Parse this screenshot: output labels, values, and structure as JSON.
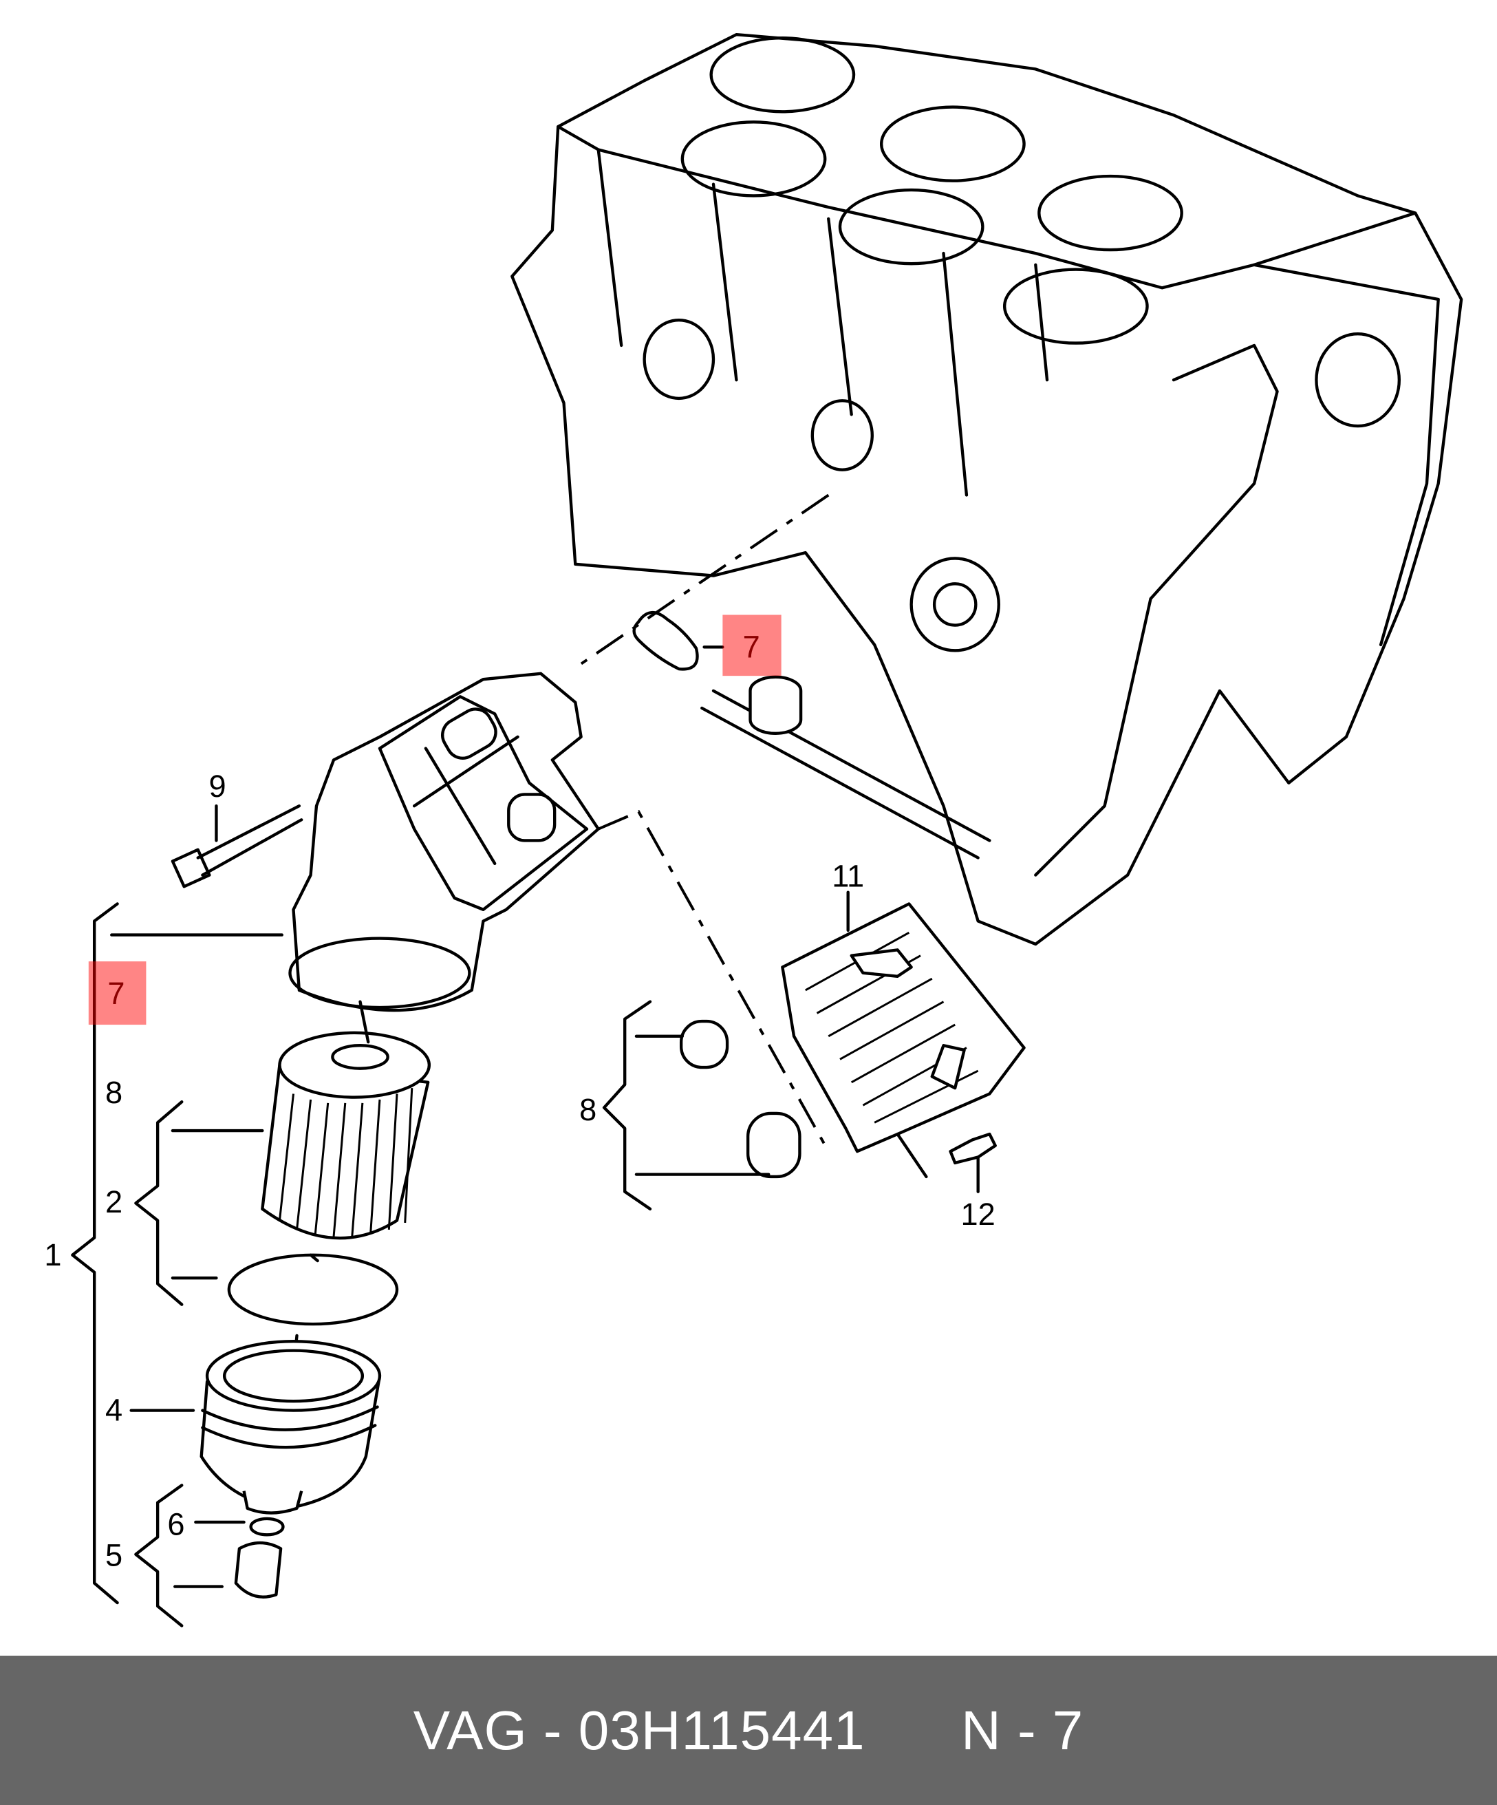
{
  "footer": {
    "brand": "VAG",
    "part_number": "03H115441",
    "sep": " - ",
    "position": "N - 7"
  },
  "highlight_color": "#ff8080",
  "callouts": {
    "c9": "9",
    "c7a": "7",
    "c7b": "7",
    "c8a": "8",
    "c2": "2",
    "c1": "1",
    "c4": "4",
    "c6": "6",
    "c5": "5",
    "c11": "11",
    "c8b": "8",
    "c12": "12"
  }
}
